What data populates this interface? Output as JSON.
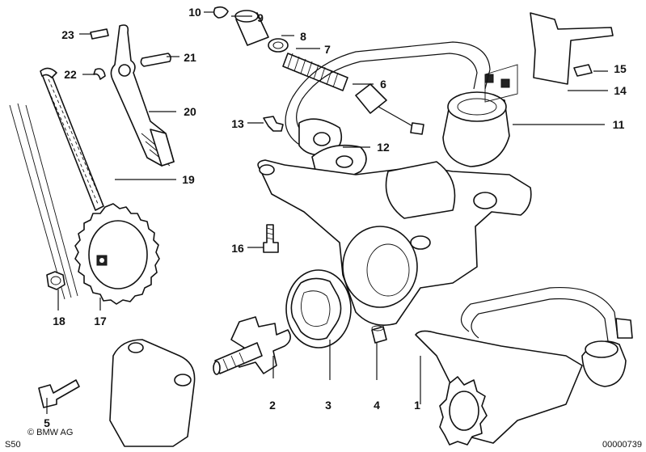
{
  "diagram": {
    "callouts": {
      "p1": "1",
      "p2": "2",
      "p3": "3",
      "p4": "4",
      "p5": "5",
      "p6": "6",
      "p7": "7",
      "p8": "8",
      "p9": "9",
      "p10": "10",
      "p11": "11",
      "p12": "12",
      "p13": "13",
      "p14": "14",
      "p15": "15",
      "p16": "16",
      "p17": "17",
      "p18": "18",
      "p19": "19",
      "p20": "20",
      "p21": "21",
      "p22": "22",
      "p23": "23"
    },
    "copyright": "© BMW AG",
    "series_code": "S50",
    "drawing_number": "00000739"
  }
}
